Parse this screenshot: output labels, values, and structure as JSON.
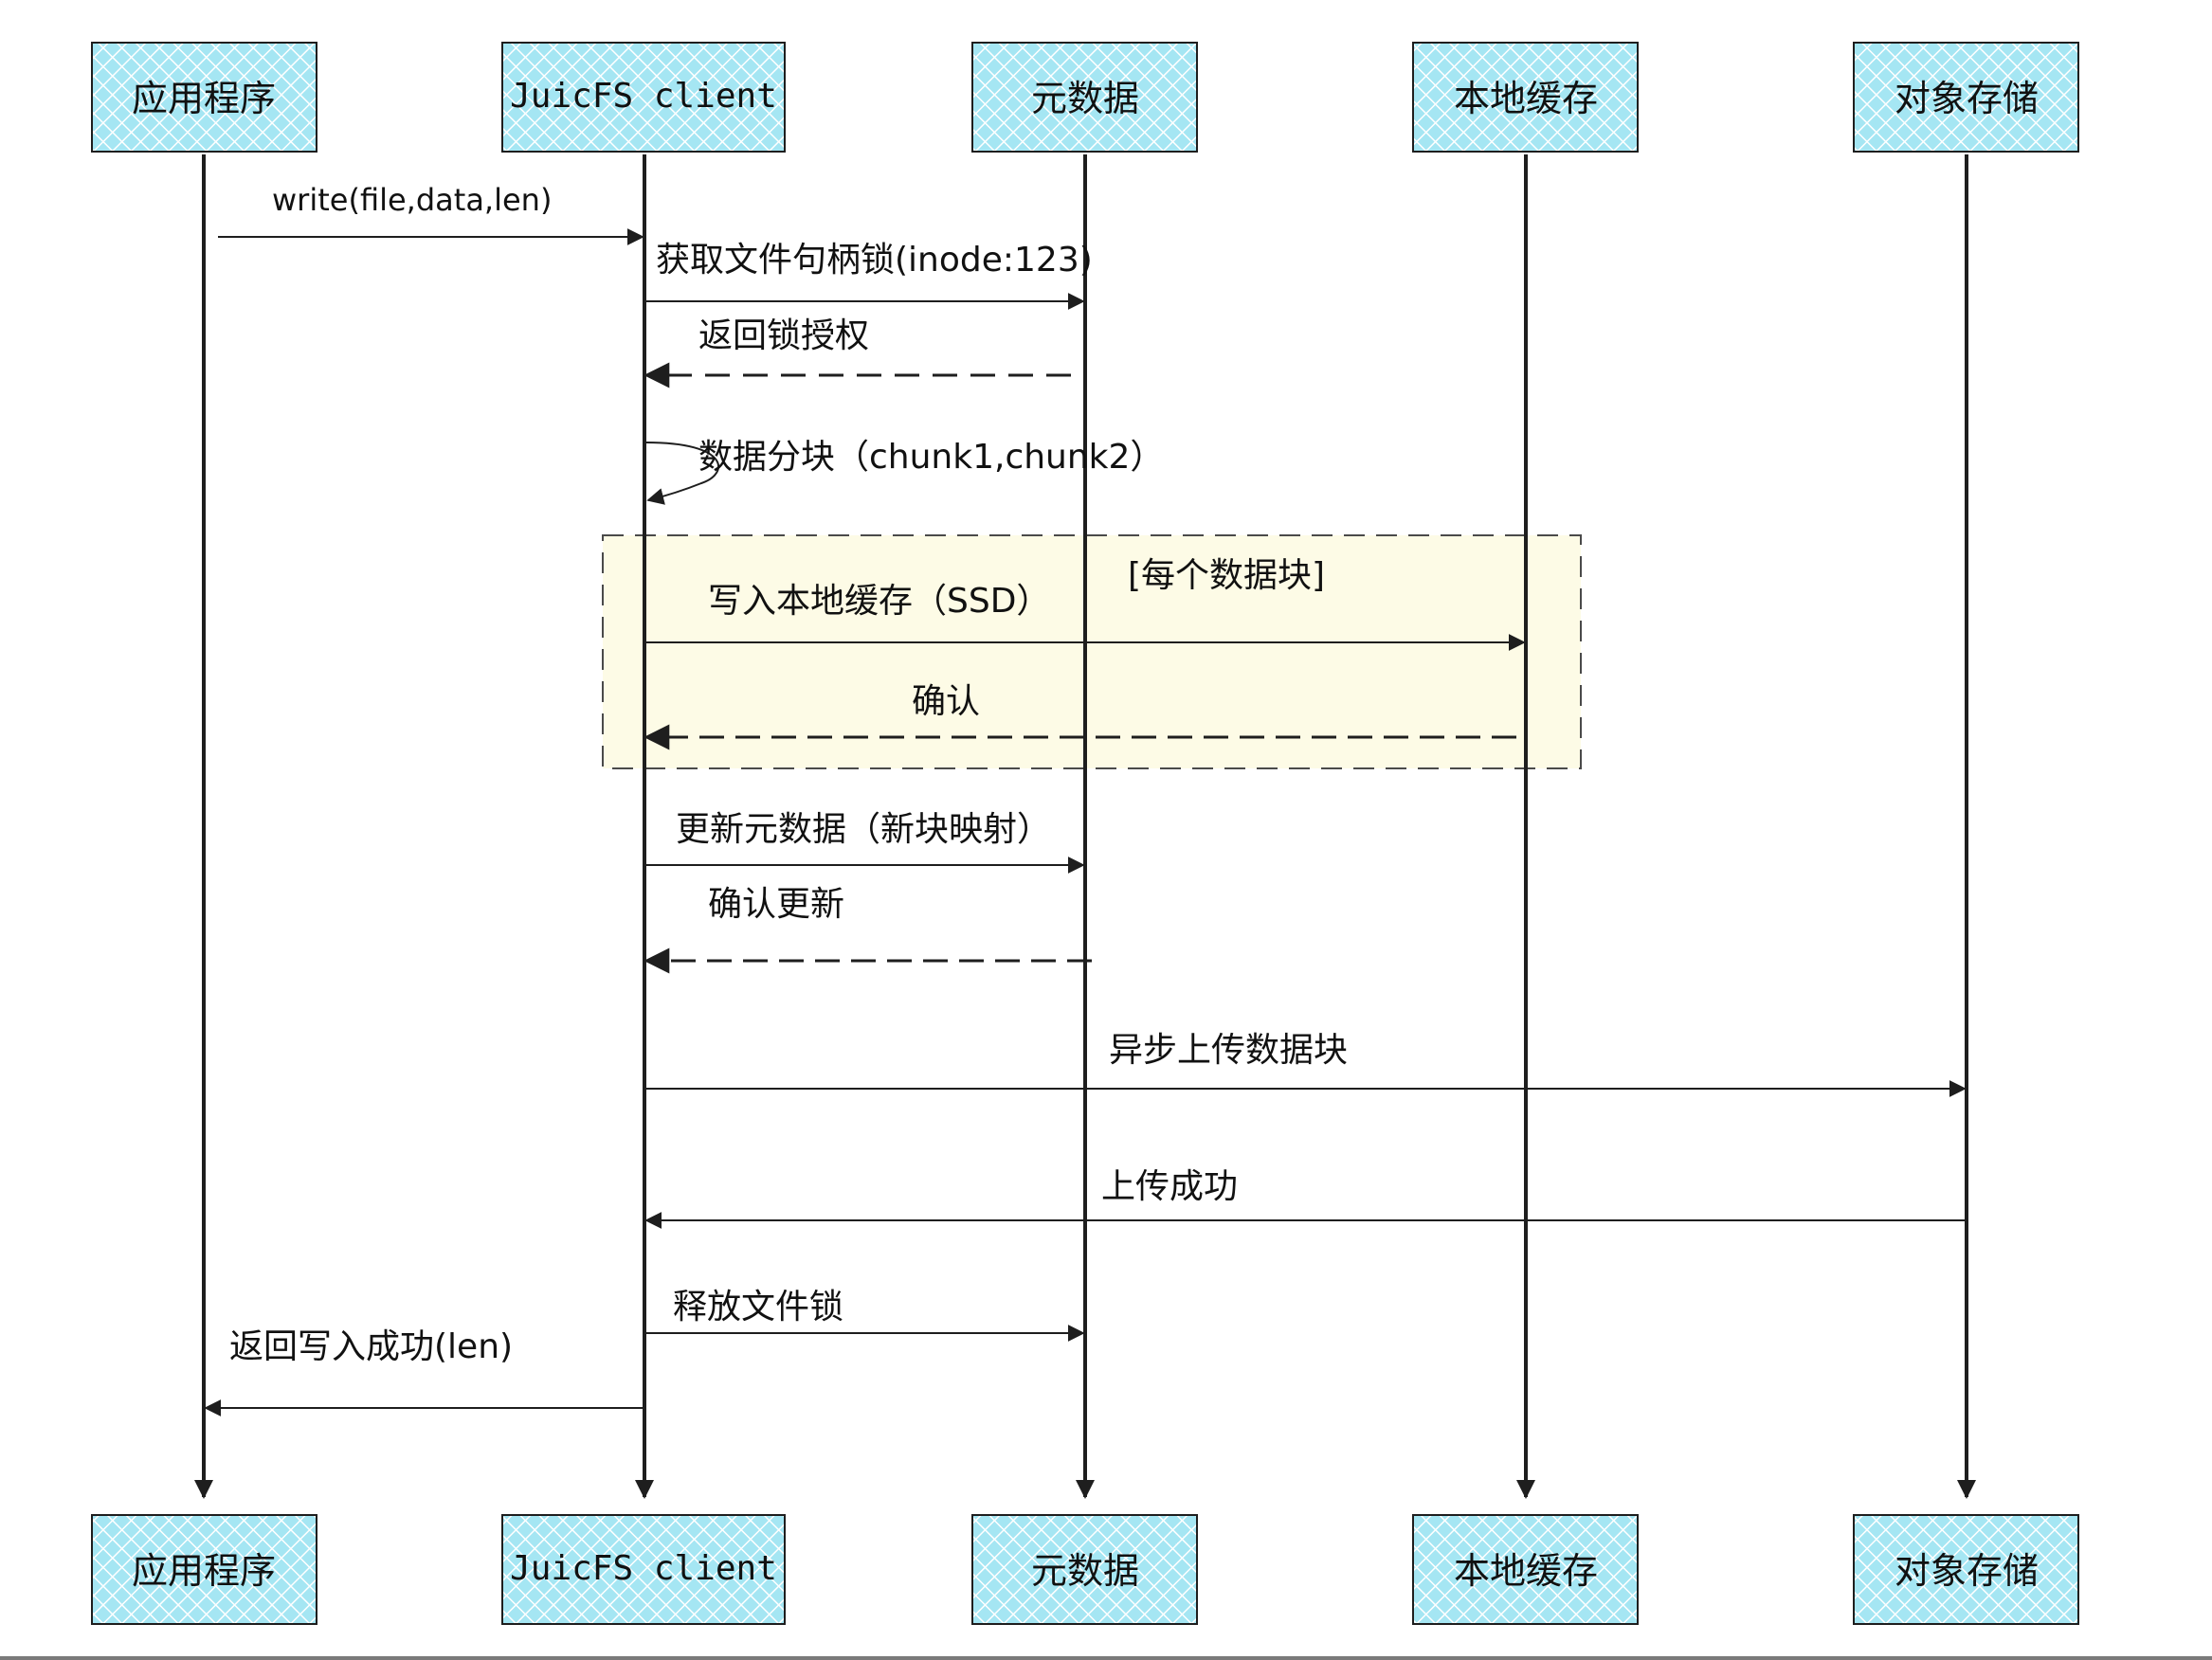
{
  "colors": {
    "actor_fill": "#a5e6f3",
    "actor_border": "#1e1e1e",
    "line": "#1e1e1e",
    "loop_fill": "#fdfbe6",
    "loop_border": "#4a4a4a"
  },
  "participants": [
    {
      "id": "app",
      "label": "应用程序"
    },
    {
      "id": "client",
      "label": "JuicFS client"
    },
    {
      "id": "meta",
      "label": "元数据"
    },
    {
      "id": "cache",
      "label": "本地缓存"
    },
    {
      "id": "store",
      "label": "对象存储"
    }
  ],
  "messages": [
    {
      "from": "app",
      "to": "client",
      "label": "write(file,data,len)",
      "style": "solid"
    },
    {
      "from": "client",
      "to": "meta",
      "label": "获取文件句柄锁(inode:123)",
      "style": "solid"
    },
    {
      "from": "meta",
      "to": "client",
      "label": "返回锁授权",
      "style": "dashed"
    },
    {
      "from": "client",
      "to": "client",
      "label": "数据分块（chunk1,chunk2）",
      "style": "solid"
    },
    {
      "from": "client",
      "to": "cache",
      "label": "写入本地缓存（SSD）",
      "style": "solid"
    },
    {
      "from": "cache",
      "to": "client",
      "label": "确认",
      "style": "dashed"
    },
    {
      "from": "client",
      "to": "meta",
      "label": "更新元数据（新块映射）",
      "style": "solid"
    },
    {
      "from": "meta",
      "to": "client",
      "label": "确认更新",
      "style": "dashed"
    },
    {
      "from": "client",
      "to": "store",
      "label": "异步上传数据块",
      "style": "solid"
    },
    {
      "from": "store",
      "to": "client",
      "label": "上传成功",
      "style": "solid"
    },
    {
      "from": "client",
      "to": "meta",
      "label": "释放文件锁",
      "style": "solid"
    },
    {
      "from": "client",
      "to": "app",
      "label": "返回写入成功(len)",
      "style": "solid"
    }
  ],
  "loop": {
    "label": "[每个数据块]"
  }
}
